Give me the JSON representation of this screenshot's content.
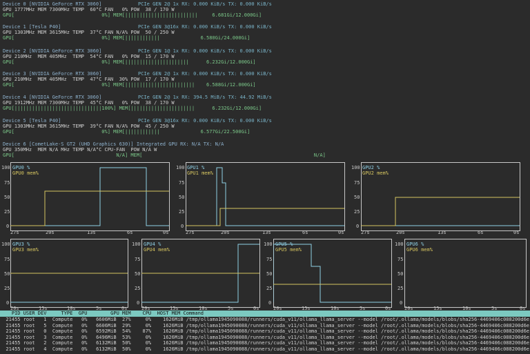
{
  "devices": [
    {
      "name": "Device 0 [NVIDIA GeForce RTX 3060]",
      "pcie": "PCIe GEN 2@ 1x RX: 0.000 KiB/s TX: 0.000 KiB/s",
      "stats": "GPU 1777MHz MEM 7300MHz TEMP  60°C FAN   0% POW  38 / 170 W",
      "bar": "GPU[                              0%] MEM[|||||||||||||||||||||||||     6.681Gi/12.000Gi]"
    },
    {
      "name": "Device 1 [Tesla P40]",
      "pcie": "PCIe GEN 3@16x RX: 0.000 KiB/s TX: 0.000 KiB/s",
      "stats": "GPU 1303MHz MEM 3615MHz TEMP  37°C FAN N/A% POW  50 / 250 W",
      "bar": "GPU[                              0%] MEM[||||||||||||              6.580Gi/24.000Gi]"
    },
    {
      "name": "Device 2 [NVIDIA GeForce RTX 3060]",
      "pcie": "PCIe GEN 1@ 1x RX: 0.000 KiB/s TX: 0.000 KiB/s",
      "stats": "GPU 210MHz  MEM 405MHz  TEMP  54°C FAN   0% POW  15 / 170 W",
      "bar": "GPU[                              0%] MEM[||||||||||||||||||||||      6.232Gi/12.000Gi]"
    },
    {
      "name": "Device 3 [NVIDIA GeForce RTX 3060]",
      "pcie": "PCIe GEN 2@ 1x RX: 0.000 KiB/s TX: 0.000 KiB/s",
      "stats": "GPU 210MHz  MEM 405MHz  TEMP  47°C FAN  30% POW  17 / 170 W",
      "bar": "GPU[                              0%] MEM[||||||||||||||||||||||||    6.588Gi/12.000Gi]"
    },
    {
      "name": "Device 4 [NVIDIA GeForce RTX 3060]",
      "pcie": "PCIe GEN 2@ 1x RX: 394.5 MiB/s TX: 44.92 MiB/s",
      "stats": "GPU 1912MHz MEM 7300MHz TEMP  45°C FAN   0% POW  38 / 170 W",
      "bar": "GPU[||||||||||||||||||||||||||||||100%] MEM[||||||||||||||||||||||      6.232Gi/12.000Gi]"
    },
    {
      "name": "Device 5 [Tesla P40]",
      "pcie": "PCIe GEN 3@16x RX: 0.000 KiB/s TX: 0.000 KiB/s",
      "stats": "GPU 1303MHz MEM 3615MHz TEMP  39°C FAN N/A% POW  45 / 250 W",
      "bar": "GPU[                              0%] MEM[||||||||||||              6.577Gi/22.500Gi]"
    },
    {
      "name": "Device 6 [CometLake-S GT2 (UHD Graphics 630)] Integrated GPU RX: N/A TX: N/A",
      "pcie": "",
      "stats": "GPU 350MHz  MEM N/A MHz TEMP N/A°C CPU-FAN  POW N/A W",
      "bar": "GPU[                                   N/A] MEM[                                                           N/A]"
    }
  ],
  "panels": [
    {
      "t1": "GPU0 %",
      "t2": "GPU0 mem%",
      "y": [
        "100",
        "75",
        "50",
        "25",
        "0"
      ],
      "x": [
        "27s",
        "20s",
        "13s",
        "6s",
        "0s"
      ]
    },
    {
      "t1": "GPU1 %",
      "t2": "GPU1 mem%",
      "y": [
        "100",
        "75",
        "50",
        "25",
        "0"
      ],
      "x": [
        "27s",
        "20s",
        "13s",
        "6s",
        "0s"
      ]
    },
    {
      "t1": "GPU2 %",
      "t2": "GPU2 mem%",
      "y": [
        "100",
        "75",
        "50",
        "25",
        "0"
      ],
      "x": [
        "27s",
        "20s",
        "13s",
        "6s",
        "0s"
      ]
    },
    {
      "t1": "GPU3 %",
      "t2": "GPU3 mem%",
      "y": [
        "100",
        "75",
        "50",
        "25",
        "0"
      ],
      "x": [
        "20s",
        "15s",
        "10s",
        "5s",
        "0s"
      ]
    },
    {
      "t1": "GPU4 %",
      "t2": "GPU4 mem%",
      "y": [
        "100",
        "75",
        "50",
        "25",
        "0"
      ],
      "x": [
        "20s",
        "15s",
        "10s",
        "5s",
        "0s"
      ]
    },
    {
      "t1": "GPU5 %",
      "t2": "GPU5 mem%",
      "y": [
        "100",
        "75",
        "50",
        "25",
        "0"
      ],
      "x": [
        "20s",
        "15s",
        "10s",
        "5s",
        "0s"
      ]
    },
    {
      "t1": "GPU6 %",
      "t2": "GPU6 mem%",
      "y": [
        "100",
        "75",
        "50",
        "25",
        "0"
      ],
      "x": [
        "20s",
        "15s",
        "10s",
        "5s",
        "0s"
      ]
    }
  ],
  "table": {
    "header": "    PID USER DEV     TYPE  GPU        GPU MEM    CPU  HOST MEM Command",
    "rows": [
      "  21455 root   1  Compute   0%   6606MiB  27%     0%    1626MiB /tmp/ollama1945090088/runners/cuda_v11/ollama_llama_server --model /root/.ollama/models/blobs/sha256-4469406c088200d6e",
      "  21455 root   5  Compute   0%   6606MiB  29%     0%    1626MiB /tmp/ollama1945090088/runners/cuda_v11/ollama_llama_server --model /root/.ollama/models/blobs/sha256-4469406c088200d6e",
      "  21455 root   0  Compute   0%   6592MiB  54%    87%    1626MiB /tmp/ollama1945090088/runners/cuda_v11/ollama_llama_server --model /root/.ollama/models/blobs/sha256-4469406c088200d6e",
      "  21455 root   3  Compute   0%   6496MiB  53%     0%    1626MiB /tmp/ollama1945090088/runners/cuda_v11/ollama_llama_server --model /root/.ollama/models/blobs/sha256-4469406c088200d6e",
      "  21455 root   2  Compute   0%   6132MiB  50%     0%    1626MiB /tmp/ollama1945090088/runners/cuda_v11/ollama_llama_server --model /root/.ollama/models/blobs/sha256-4469406c088200d6e",
      "  21455 root   4  Compute   0%   6132MiB  50%     0%    1626MiB /tmp/ollama1945090088/runners/cuda_v11/ollama_llama_server --model /root/.ollama/models/blobs/sha256-4469406c088200d6e"
    ]
  },
  "colors": {
    "gpu_line": "#8fd0e6",
    "mem_line": "#d6c560",
    "frame": "#c8c8c8"
  }
}
